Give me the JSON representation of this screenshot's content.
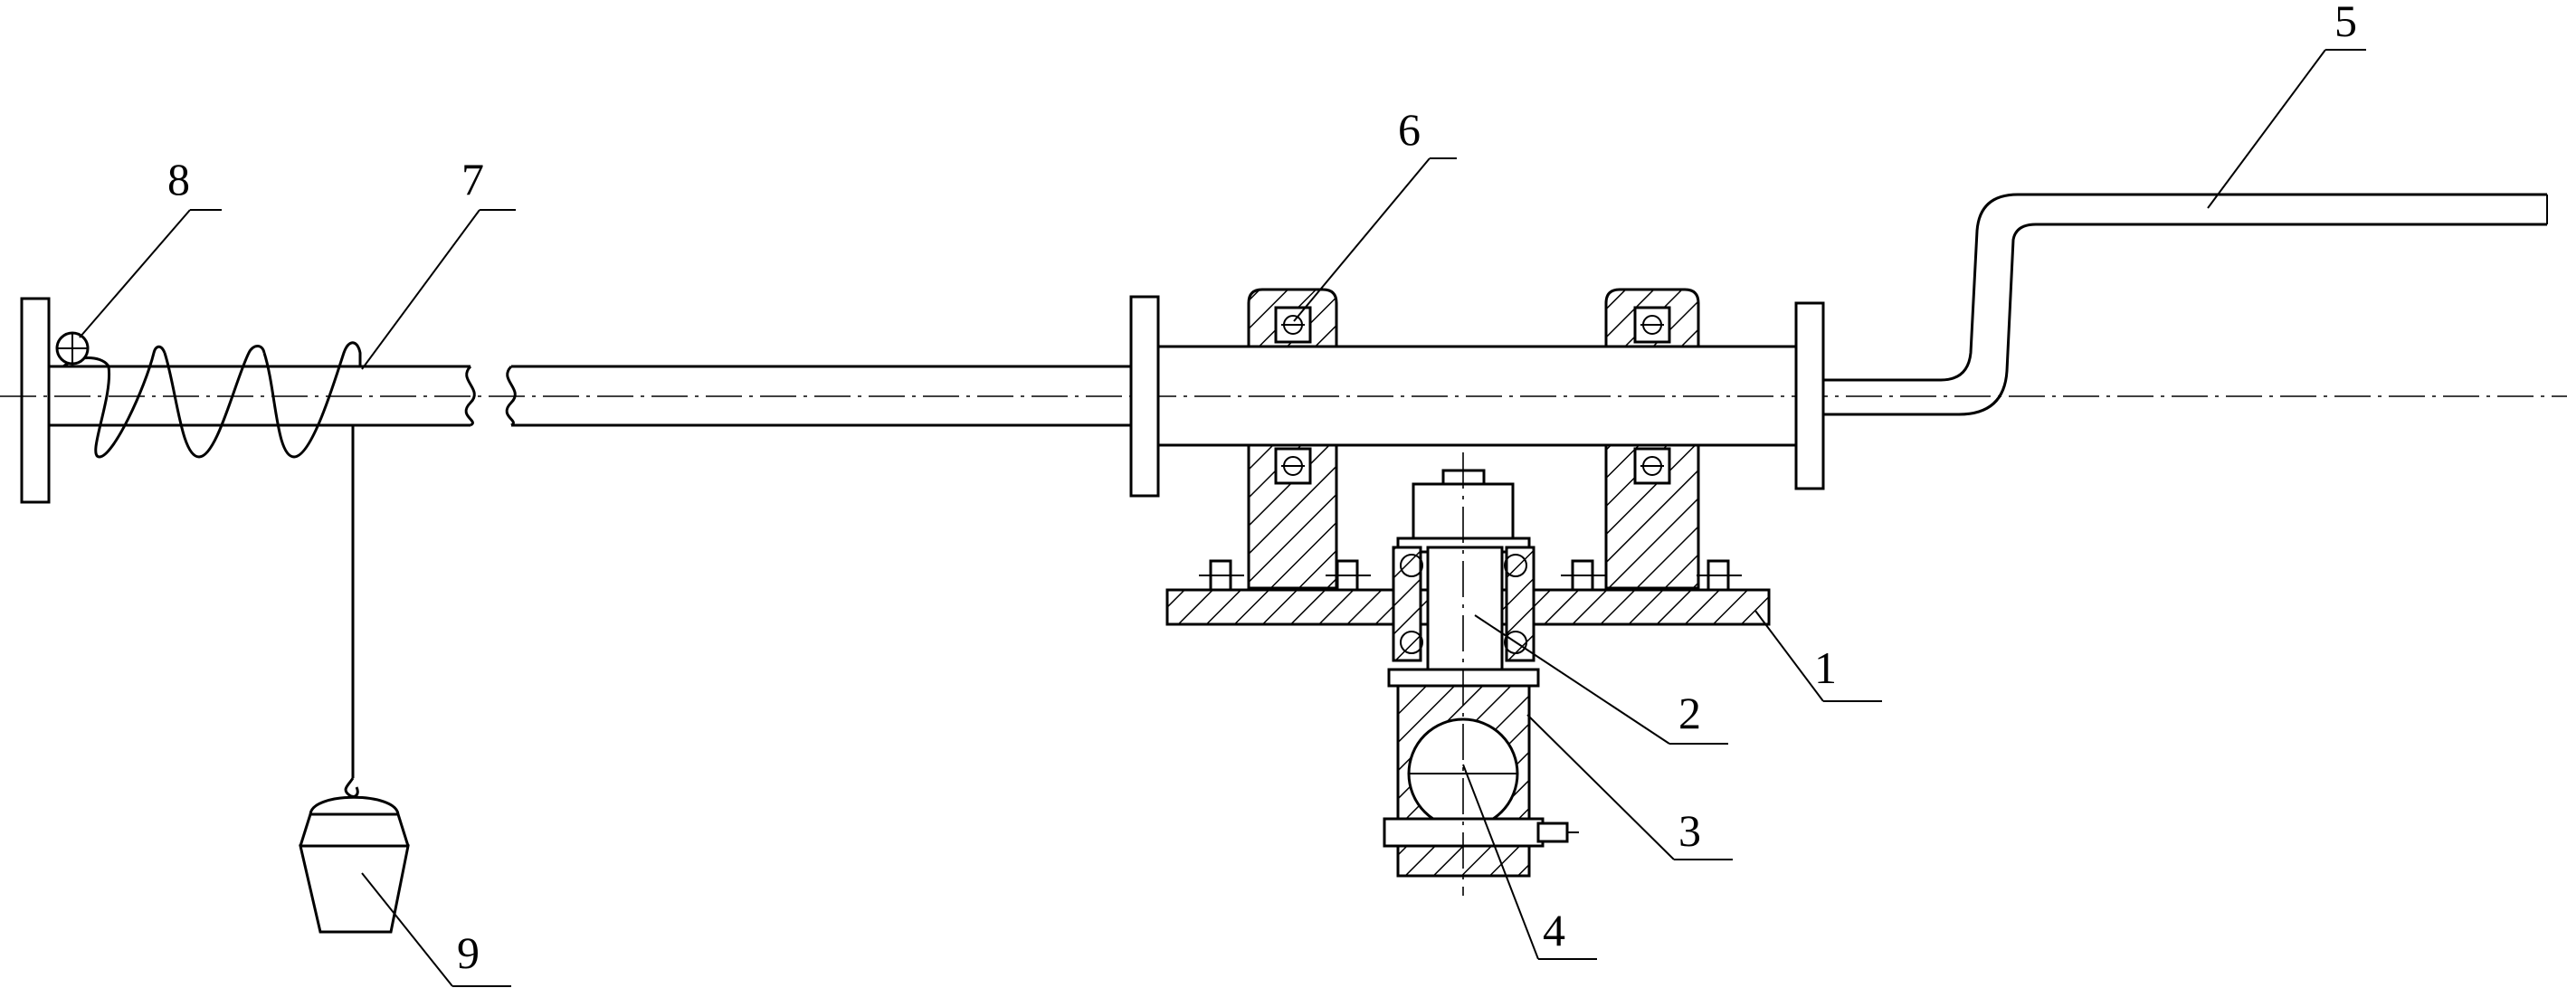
{
  "labels": {
    "part_1": "1",
    "part_2": "2",
    "part_3": "3",
    "part_4": "4",
    "part_5": "5",
    "part_6": "6",
    "part_7": "7",
    "part_8": "8",
    "part_9": "9"
  }
}
